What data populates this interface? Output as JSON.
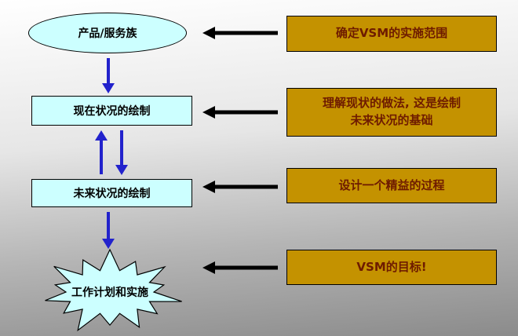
{
  "flow": {
    "product_family": "产品/服务族",
    "current_state": "现在状况的绘制",
    "future_state": "未来状况的绘制",
    "work_plan": "工作计划和实施"
  },
  "annotations": {
    "scope": "确定VSM的实施范围",
    "understand": [
      "理解现状的做法, 这是绘制",
      "未来状况的基础"
    ],
    "design": "设计一个精益的过程",
    "goal": "VSM的目标!"
  },
  "colors": {
    "shape-fill": "#CCFFFF",
    "annotation-fill": "#C49200",
    "annotation-text": "#6E1B00",
    "arrow-blue": "#2222CC"
  }
}
